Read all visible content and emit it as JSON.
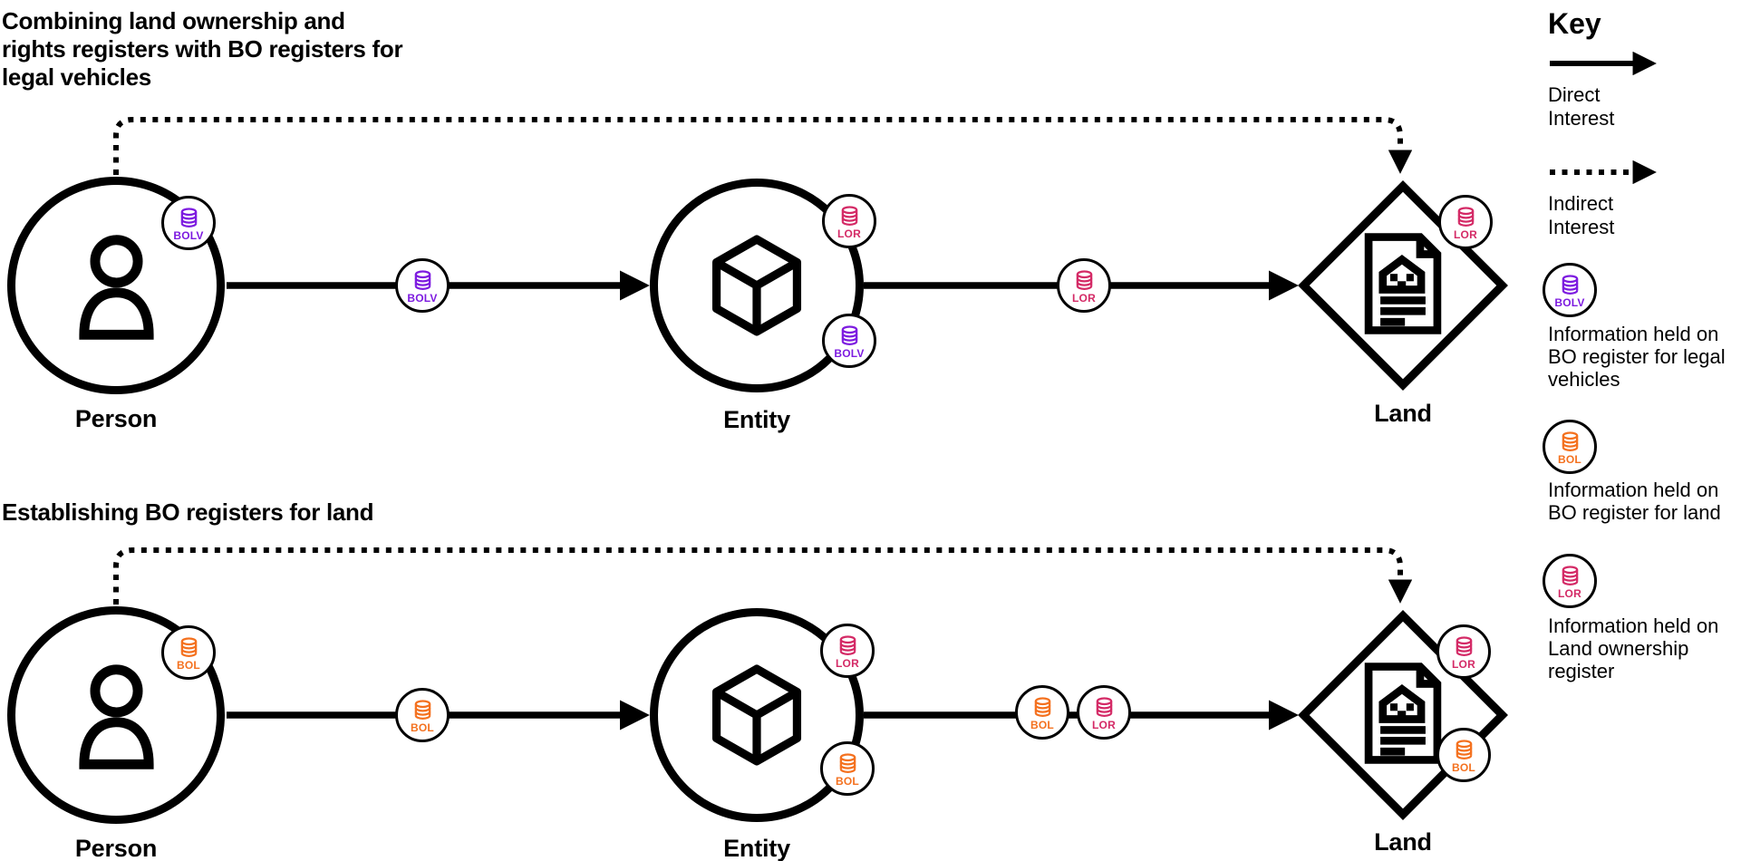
{
  "colors": {
    "bolv": "#7D1BE0",
    "bol": "#F4711F",
    "lor": "#D42A66",
    "ink": "#000000"
  },
  "sections": [
    {
      "title_lines": [
        "Combining land ownership and",
        "rights registers with BO registers for",
        "legal vehicles"
      ],
      "nodes": {
        "person": "Person",
        "entity": "Entity",
        "land": "Land"
      }
    },
    {
      "title_lines": [
        "Establishing BO registers for land"
      ],
      "nodes": {
        "person": "Person",
        "entity": "Entity",
        "land": "Land"
      }
    }
  ],
  "registers": {
    "bolv": {
      "label": "BOLV",
      "description": "Information held on BO register for legal vehicles"
    },
    "bol": {
      "label": "BOL",
      "description": "Information held on BO register for land"
    },
    "lor": {
      "label": "LOR",
      "description": "Information held on Land ownership register"
    }
  },
  "key": {
    "heading": "Key",
    "direct_label": "Direct Interest",
    "indirect_label": "Indirect Interest"
  },
  "icons": {
    "database": "database-cylinder-icon",
    "person": "person-outline-icon",
    "entity": "cube-3d-icon",
    "land": "land-deed-document-icon",
    "direct": "solid-arrow-right",
    "indirect": "dotted-arrow-right"
  }
}
